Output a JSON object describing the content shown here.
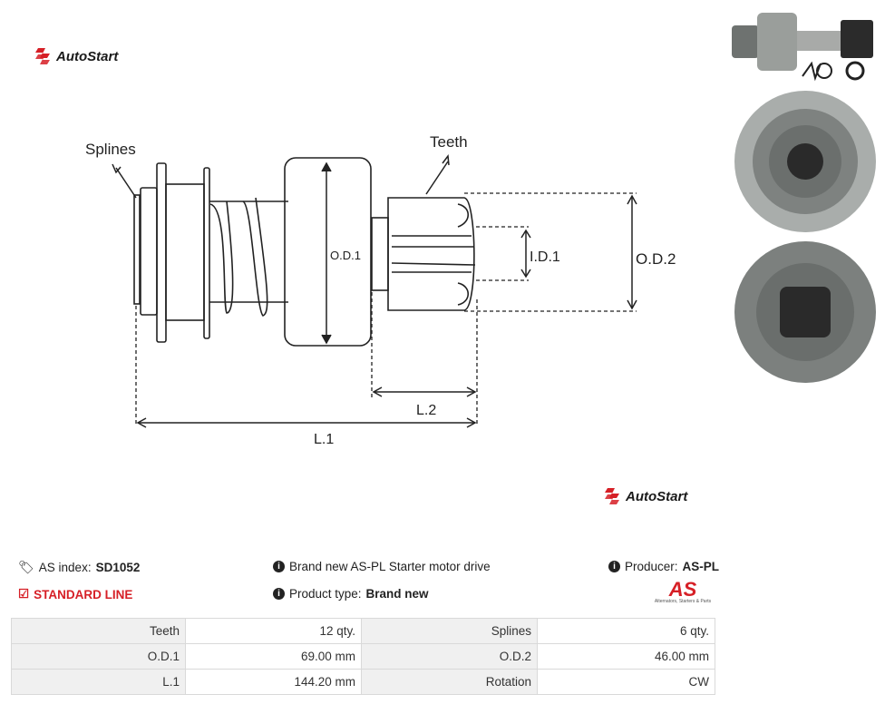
{
  "brand": {
    "name": "AutoStart",
    "accent": "#d61f26"
  },
  "diagram": {
    "labels": {
      "splines": "Splines",
      "teeth": "Teeth",
      "od1": "O.D.1",
      "id1": "I.D.1",
      "od2": "O.D.2",
      "l1": "L.1",
      "l2": "L.2"
    }
  },
  "info": {
    "as_index_label": "AS index:",
    "as_index_value": "SD1052",
    "line": "STANDARD LINE",
    "description": "Brand new AS-PL Starter motor drive",
    "product_type_label": "Product type:",
    "product_type_value": "Brand new",
    "producer_label": "Producer:",
    "producer_value": "AS-PL",
    "producer_logo_text": "AS",
    "producer_tagline": "Alternators, Starters & Parts"
  },
  "specs": [
    [
      {
        "k": "Teeth",
        "v": "12 qty."
      },
      {
        "k": "Splines",
        "v": "6 qty."
      }
    ],
    [
      {
        "k": "O.D.1",
        "v": "69.00 mm"
      },
      {
        "k": "O.D.2",
        "v": "46.00 mm"
      }
    ],
    [
      {
        "k": "L.1",
        "v": "144.20 mm"
      },
      {
        "k": "Rotation",
        "v": "CW"
      }
    ]
  ]
}
